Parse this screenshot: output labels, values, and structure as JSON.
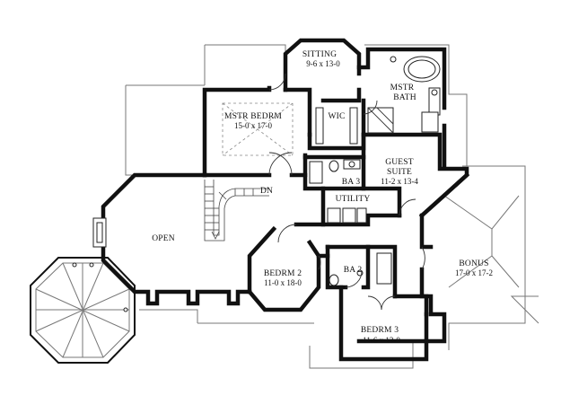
{
  "rooms": {
    "sitting": {
      "name": "SITTING",
      "size": "9-6 x 13-0"
    },
    "mstr_bath": {
      "name1": "MSTR",
      "name2": "BATH"
    },
    "mstr_bedrm": {
      "name": "MSTR BEDRM",
      "size": "15-0 x 17-0"
    },
    "wic": {
      "name": "WIC"
    },
    "guest": {
      "name1": "GUEST",
      "name2": "SUITE",
      "size": "11-2 x 13-4"
    },
    "ba3": {
      "name": "BA 3"
    },
    "dn": {
      "name": "DN"
    },
    "utility": {
      "name": "UTILITY"
    },
    "open": {
      "name": "OPEN"
    },
    "bedrm2": {
      "name": "BEDRM 2",
      "size": "11-0 x 18-0"
    },
    "ba2": {
      "name": "BA 2"
    },
    "bonus": {
      "name": "BONUS",
      "size": "17-0 x 17-2"
    },
    "bedrm3": {
      "name": "BEDRM 3",
      "size": "11-6 x 13-0"
    }
  }
}
